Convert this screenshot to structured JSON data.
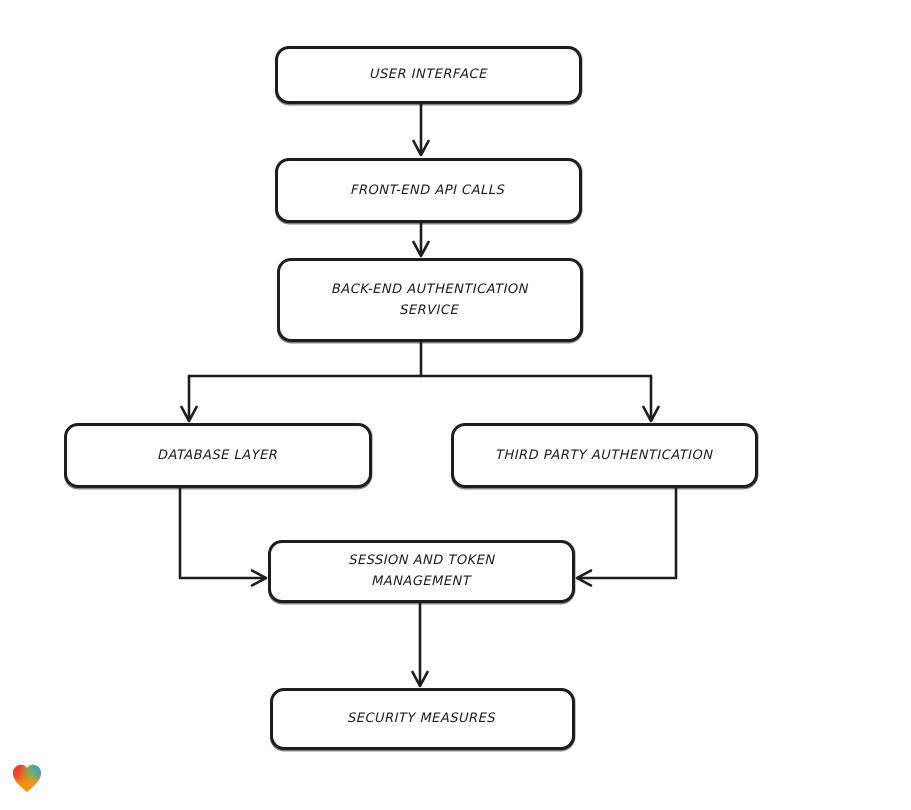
{
  "diagram": {
    "type": "flowchart",
    "background_color": "#ffffff",
    "node_fill_color": "#ffffff",
    "node_border_color": "#1d1d1d",
    "arrow_color": "#1d1d1d",
    "text_color": "#1c1c1c",
    "nodes": [
      {
        "id": "user-interface",
        "label": "USER INTERFACE"
      },
      {
        "id": "front-end-api-calls",
        "label": "FRONT-END API CALLS"
      },
      {
        "id": "back-end-authentication-service",
        "label": "BACK-END AUTHENTICATION SERVICE"
      },
      {
        "id": "database-layer",
        "label": "DATABASE LAYER"
      },
      {
        "id": "third-party-authentication",
        "label": "THIRD PARTY AUTHENTICATION"
      },
      {
        "id": "session-and-token-management",
        "label": "SESSION AND TOKEN MANAGEMENT"
      },
      {
        "id": "security-measures",
        "label": "SECURITY MEASURES"
      }
    ],
    "edges": [
      {
        "from": "user-interface",
        "to": "front-end-api-calls"
      },
      {
        "from": "front-end-api-calls",
        "to": "back-end-authentication-service"
      },
      {
        "from": "back-end-authentication-service",
        "to": "database-layer"
      },
      {
        "from": "back-end-authentication-service",
        "to": "third-party-authentication"
      },
      {
        "from": "database-layer",
        "to": "session-and-token-management"
      },
      {
        "from": "third-party-authentication",
        "to": "session-and-token-management"
      },
      {
        "from": "session-and-token-management",
        "to": "security-measures"
      }
    ]
  },
  "branding": {
    "logo_icon": "heart-icon",
    "logo_colors": [
      "#e8402a",
      "#f5920b",
      "#69b33e",
      "#2b9fd8"
    ]
  }
}
